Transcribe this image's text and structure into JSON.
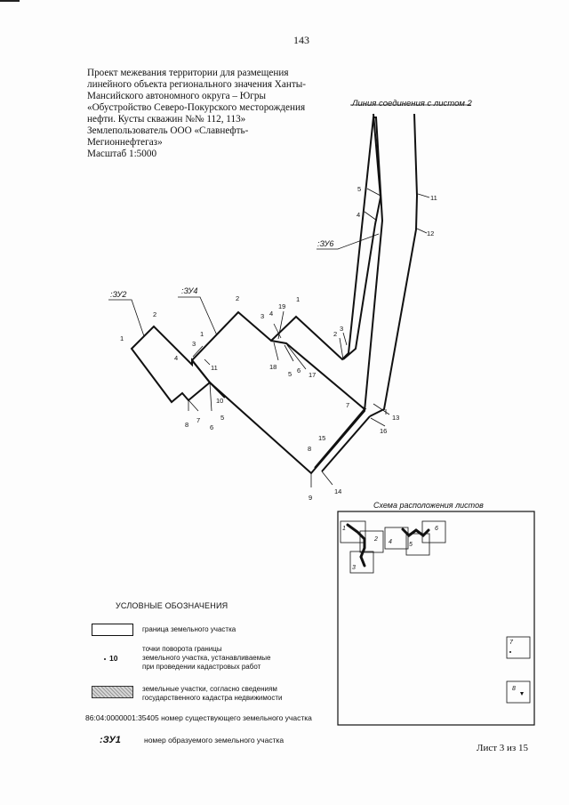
{
  "page_number": "143",
  "header": {
    "lines": [
      "Проект межевания территории для размещения",
      "линейного объекта регионального значения Ханты-",
      "Мансийского автономного округа – Югры",
      "«Обустройство Северо-Покурского месторождения",
      "нефти. Кусты скважин №№ 112, 113»",
      "Землепользователь ООО «Славнефть-",
      "Мегионнефтегаз»",
      "Масштаб 1:5000"
    ]
  },
  "connection_line_label": "Линия соединения с листом 2",
  "parcel_labels": {
    "zu2": ":ЗУ2",
    "zu4": ":ЗУ4",
    "zu6": ":ЗУ6"
  },
  "point_numbers": {
    "p1a": "1",
    "p2a": "2",
    "p4a": "4",
    "p3a": "3",
    "p1b": "1",
    "p11a": "11",
    "p2b": "2",
    "p3b": "3",
    "p4b": "4",
    "p19": "19",
    "p1c": "1",
    "p2c": "2",
    "p3c": "3",
    "p18": "18",
    "p5a": "5",
    "p6a": "6",
    "p17": "17",
    "p10": "10",
    "p8a": "8",
    "p7a": "7",
    "p6b": "6",
    "p5b": "5",
    "p7b": "7",
    "p13": "13",
    "p16": "16",
    "p15": "15",
    "p8b": "8",
    "p14": "14",
    "p9": "9",
    "p5c": "5",
    "p4c": "4",
    "p11b": "11",
    "p12": "12"
  },
  "scheme": {
    "title": "Схема расположения листов",
    "sheets": [
      "1",
      "2",
      "3",
      "4",
      "5",
      "6",
      "7",
      "8"
    ]
  },
  "legend": {
    "title": "УСЛОВНЫЕ ОБОЗНАЧЕНИЯ",
    "boundary": "граница земельного участка",
    "points_number": "10",
    "points_lines": [
      "точки поворота границы",
      "земельного участка, устанавливаемые",
      "при проведении кадастровых работ"
    ],
    "existing_lines": [
      "земельные участки, согласно сведениям",
      "государственного кадастра недвижимости"
    ],
    "cadastral_number": "86:04:0000001:35405",
    "cadastral_desc": "номер существующего земельного участка",
    "new_parcel_label": ":ЗУ1",
    "new_parcel_desc": "номер образуемого земельного участка"
  },
  "footer": "Лист 3 из 15"
}
